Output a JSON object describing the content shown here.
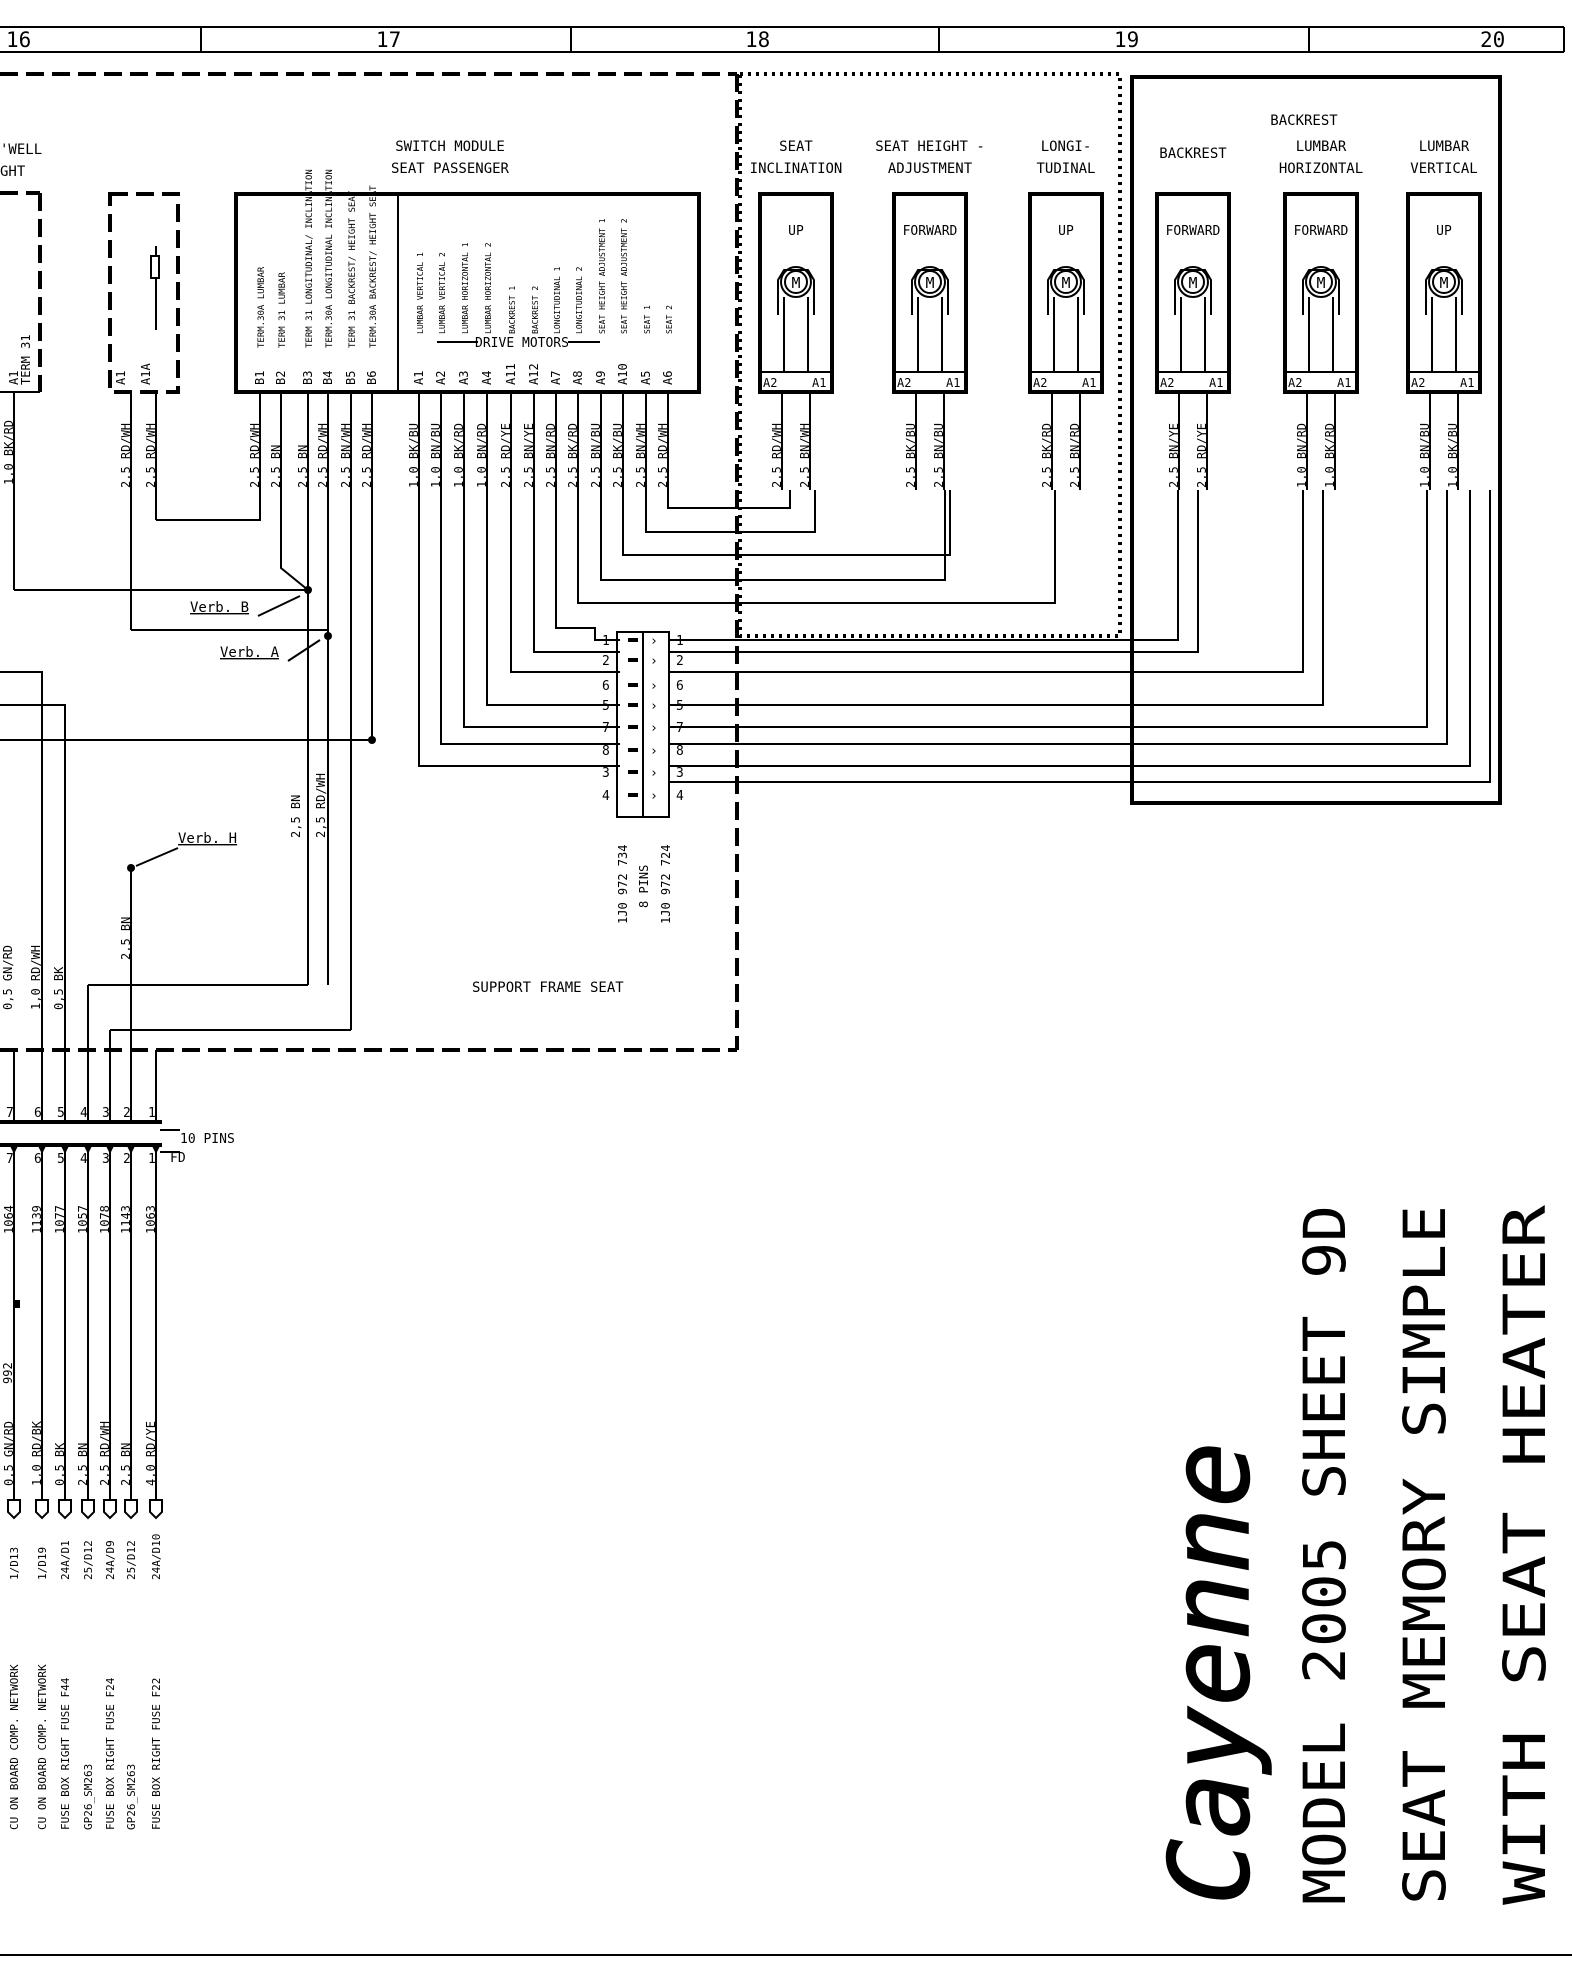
{
  "grid_columns": [
    "16",
    "17",
    "18",
    "19",
    "20"
  ],
  "left_partial_labels": [
    "'WELL",
    "GHT"
  ],
  "left_partial_pins": [
    "A1",
    "TERM 31"
  ],
  "left_partial_wire": "1,0 BK/RD",
  "small_block": {
    "pins": [
      "A1",
      "A1A"
    ],
    "wires": [
      "2,5 RD/WH",
      "2,5 RD/WH"
    ]
  },
  "switch_module": {
    "title": [
      "SWITCH MODULE",
      "SEAT PASSENGER"
    ],
    "b_functions": [
      "TERM.30A LUMBAR",
      "TERM 31 LUMBAR",
      "TERM 31 LONGITUDINAL/ INCLINATION",
      "TERM.30A LONGITUDINAL INCLINATION",
      "TERM 31 BACKREST/ HEIGHT SEAT",
      "TERM.30A BACKREST/ HEIGHT SEAT"
    ],
    "b_pins": [
      "B1",
      "B2",
      "B3",
      "B4",
      "B5",
      "B6"
    ],
    "b_wires": [
      "2,5 RD/WH",
      "2,5 BN",
      "2,5 BN",
      "2,5 RD/WH",
      "2,5 BN/WH",
      "2,5 RD/WH"
    ],
    "a_functions": [
      "LUMBAR VERTICAL 1",
      "LUMBAR VERTICAL 2",
      "LUMBAR HORIZONTAL 1",
      "LUMBAR HORIZONTAL 2",
      "BACKREST 1",
      "BACKREST 2",
      "LONGITUDINAL 1",
      "LONGITUDINAL 2",
      "SEAT HEIGHT ADJUSTMENT 1",
      "SEAT HEIGHT ADJUSTMENT 2",
      "SEAT 1",
      "SEAT 2"
    ],
    "drive_motors_label": "DRIVE MOTORS",
    "a_pins": [
      "A1",
      "A2",
      "A3",
      "A4",
      "A11",
      "A12",
      "A7",
      "A8",
      "A9",
      "A10",
      "A5",
      "A6"
    ],
    "a_wires": [
      "1,0 BK/BU",
      "1,0 BN/BU",
      "1,0 BK/RD",
      "1,0 BN/RD",
      "2,5 RD/YE",
      "2,5 BN/YE",
      "2,5 BN/RD",
      "2,5 BK/RD",
      "2,5 BN/BU",
      "2,5 BK/BU",
      "2,5 BN/WH",
      "2,5 RD/WH"
    ]
  },
  "motors": [
    {
      "title": [
        "SEAT",
        "INCLINATION"
      ],
      "direction": "UP",
      "pins": [
        "A2",
        "A1"
      ],
      "wires": [
        "2,5 RD/WH",
        "2,5 BN/WH"
      ]
    },
    {
      "title": [
        "SEAT HEIGHT -",
        "ADJUSTMENT"
      ],
      "direction": "FORWARD",
      "pins": [
        "A2",
        "A1"
      ],
      "wires": [
        "2,5 BK/BU",
        "2,5 BN/BU"
      ]
    },
    {
      "title": [
        "LONGI-",
        "TUDINAL"
      ],
      "direction": "UP",
      "pins": [
        "A2",
        "A1"
      ],
      "wires": [
        "2,5 BK/RD",
        "2,5 BN/RD"
      ]
    },
    {
      "title": [
        "BACKREST"
      ],
      "direction": "FORWARD",
      "pins": [
        "A2",
        "A1"
      ],
      "wires": [
        "2,5 BN/YE",
        "2,5 RD/YE"
      ]
    },
    {
      "title": [
        "LUMBAR",
        "HORIZONTAL"
      ],
      "direction": "FORWARD",
      "pins": [
        "A2",
        "A1"
      ],
      "wires": [
        "1,0 BN/RD",
        "1,0 BK/RD"
      ]
    },
    {
      "title": [
        "LUMBAR",
        "VERTICAL"
      ],
      "direction": "UP",
      "pins": [
        "A2",
        "A1"
      ],
      "wires": [
        "1,0 BN/BU",
        "1,0 BK/BU"
      ]
    }
  ],
  "motor_symbol": "M",
  "backrest_group_title": "BACKREST",
  "splices": [
    "Verb. B",
    "Verb. A",
    "Verb. H"
  ],
  "splice_wires": [
    "2,5 BN",
    "2,5 RD/WH",
    "2,5 BN"
  ],
  "connector_8": {
    "pins": [
      "1",
      "2",
      "6",
      "5",
      "7",
      "8",
      "3",
      "4"
    ],
    "part_left": "1J0 972 734",
    "count": "8 PINS",
    "part_right": "1J0 972 724"
  },
  "support_frame_label": "SUPPORT FRAME SEAT",
  "left_vertical_wires": [
    "0,5 GN/RD",
    "1,0 RD/WH",
    "0,5 BK"
  ],
  "connector_10": {
    "pins": [
      "7",
      "6",
      "5",
      "4",
      "3",
      "2",
      "1"
    ],
    "label": "10 PINS",
    "code": "FD",
    "wire_numbers": [
      "1064",
      "1139",
      "1077",
      "1057",
      "1078",
      "1143",
      "1063"
    ],
    "lower_wires": [
      "0,5 GN/RD",
      "1,0 RD/BK",
      "0,5 BK",
      "2,5 BN",
      "2,5 RD/WH",
      "2,5 BN",
      "4,0 RD/YE"
    ],
    "refs": [
      "1/D13",
      "1/D19",
      "24A/D1",
      "25/D12",
      "24A/D9",
      "25/D12",
      "24A/D10"
    ],
    "destinations": [
      "CU ON BOARD COMP. NETWORK",
      "CU ON BOARD COMP. NETWORK",
      "FUSE BOX RIGHT FUSE F44",
      "GP26_SM263",
      "FUSE BOX RIGHT FUSE F24",
      "GP26_SM263",
      "FUSE BOX RIGHT FUSE F22"
    ],
    "partial_number": "992"
  },
  "brand": "Cayenne",
  "sheet_title": [
    "MODEL 2005 SHEET 9D",
    "SEAT MEMORY SIMPLE",
    "WITH SEAT HEATER"
  ]
}
